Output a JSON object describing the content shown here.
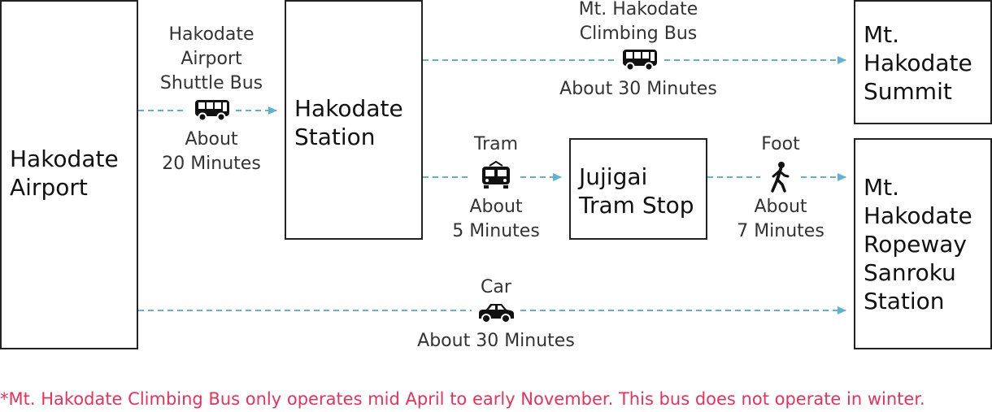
{
  "nodes": {
    "airport": "Hakodate\nAirport",
    "station": "Hakodate\nStation",
    "summit": "Mt.\nHakodate\nSummit",
    "jujigai": "Jujigai\nTram Stop",
    "ropeway": "Mt.\nHakodate\nRopeway\nSanroku\nStation"
  },
  "routes": {
    "shuttle": {
      "mode": "Hakodate\nAirport\nShuttle Bus",
      "time": "About\n20 Minutes",
      "icon": "bus-icon"
    },
    "climbing_bus": {
      "mode": "Mt. Hakodate\nClimbing Bus",
      "time": "About 30 Minutes",
      "icon": "bus-icon"
    },
    "tram": {
      "mode": "Tram",
      "time": "About\n5 Minutes",
      "icon": "tram-icon"
    },
    "foot": {
      "mode": "Foot",
      "time": "About\n7 Minutes",
      "icon": "walking-person-icon"
    },
    "car": {
      "mode": "Car",
      "time": "About 30 Minutes",
      "icon": "car-icon"
    }
  },
  "note": "*Mt. Hakodate Climbing Bus only operates mid April to early November. This bus does not operate in winter.",
  "colors": {
    "line": "#5fb3cc",
    "note": "#e8315b",
    "border": "#222222"
  }
}
